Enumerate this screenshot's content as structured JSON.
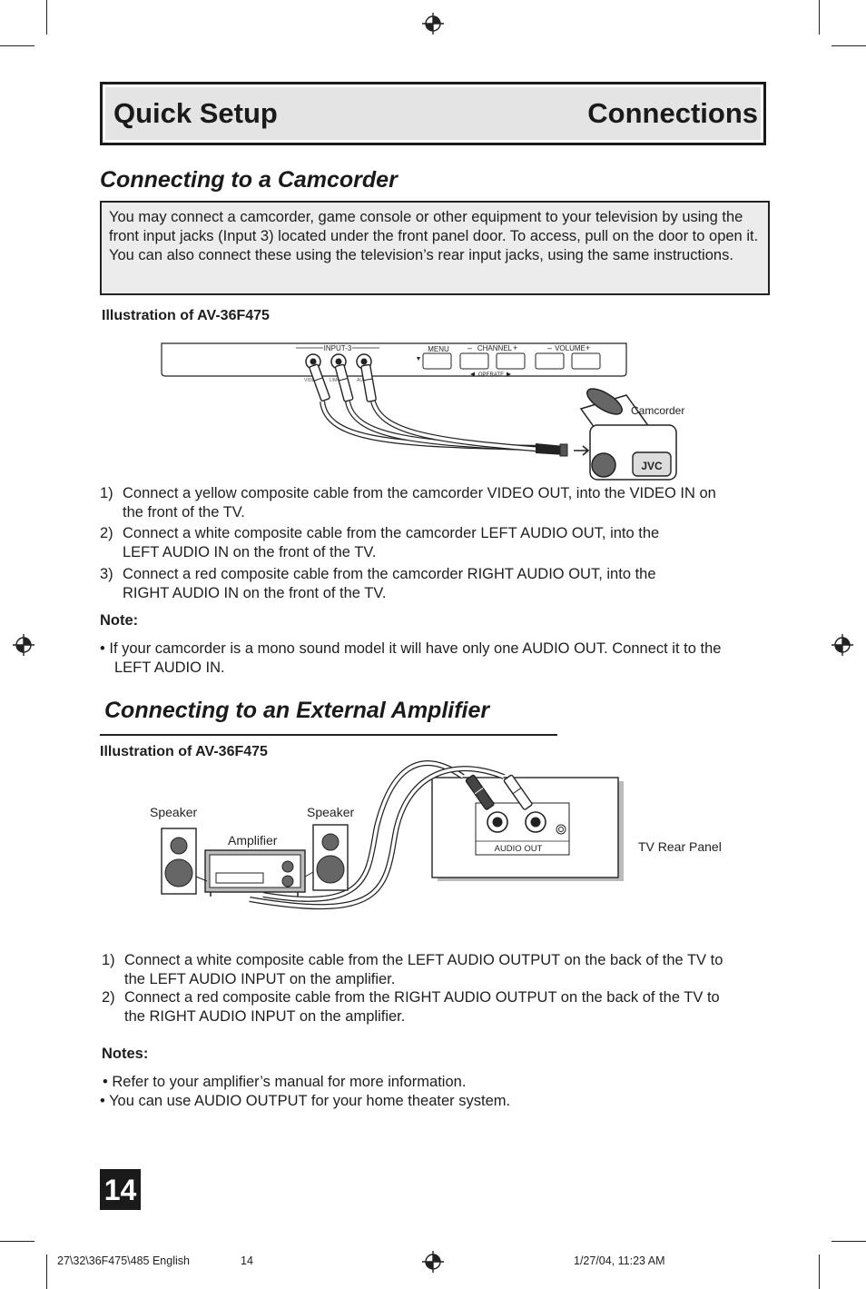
{
  "header": {
    "left_title": "Quick Setup",
    "right_title": "Connections"
  },
  "camcorder_section": {
    "title": "Connecting to a Camcorder",
    "intro": "You may connect a camcorder, game console or other equipment to your television by using the front input jacks (Input 3) located under the front panel door. To access, pull on the door to open it. You can also connect these using the television’s rear input jacks, using the same instructions.",
    "illustration_label": "Illustration of AV-36F475",
    "diagram": {
      "input_label": "INPUT-3",
      "jack_labels": [
        "VIDEO",
        "L/MONO",
        "AUDIO"
      ],
      "menu_label": "MENU",
      "channel_label": "CHANNEL",
      "volume_label": "VOLUME",
      "operate_label": "OPERATE",
      "camcorder_label": "Camcorder",
      "brand": "JVC"
    },
    "steps": [
      {
        "num": "1)",
        "line1": "Connect a yellow composite cable from the camcorder VIDEO OUT, into the VIDEO IN on",
        "line2": "the front of the TV."
      },
      {
        "num": "2)",
        "line1": "Connect a white composite cable from the camcorder LEFT AUDIO OUT, into the",
        "line2": "LEFT AUDIO IN on the front of the TV."
      },
      {
        "num": "3)",
        "line1": "Connect a red composite cable from the camcorder RIGHT AUDIO OUT, into the",
        "line2": "RIGHT AUDIO IN on the front of the TV."
      }
    ],
    "note_heading": "Note:",
    "note_line1": "•  If your camcorder is a mono sound model it will have only one AUDIO OUT. Connect it to the",
    "note_line2": "LEFT AUDIO IN."
  },
  "amplifier_section": {
    "title": "Connecting to an External Amplifier",
    "illustration_label": "Illustration of AV-36F475",
    "diagram": {
      "speaker_left": "Speaker",
      "speaker_right": "Speaker",
      "amplifier": "Amplifier",
      "audio_out": "AUDIO  OUT",
      "tv_rear_panel": "TV Rear Panel"
    },
    "steps": [
      {
        "num": "1)",
        "line1": "Connect a white composite cable from the LEFT AUDIO OUTPUT on the back of the TV to",
        "line2": "the LEFT AUDIO INPUT on the amplifier."
      },
      {
        "num": "2)",
        "line1": "Connect a red composite cable from the RIGHT AUDIO OUTPUT on the back of the TV to",
        "line2": "the RIGHT AUDIO INPUT on the amplifier."
      }
    ],
    "notes_heading": "Notes:",
    "notes": [
      "•  Refer to your amplifier’s manual for more information.",
      "•  You can use AUDIO OUTPUT for your home theater system."
    ]
  },
  "page_number": "14",
  "footer": {
    "file": "27\\32\\36F475\\485 English",
    "page": "14",
    "timestamp": "1/27/04, 11:23 AM"
  },
  "colors": {
    "header_bg": "#e4e4e4",
    "intro_bg": "#ececec",
    "text": "#1e1e1e"
  }
}
